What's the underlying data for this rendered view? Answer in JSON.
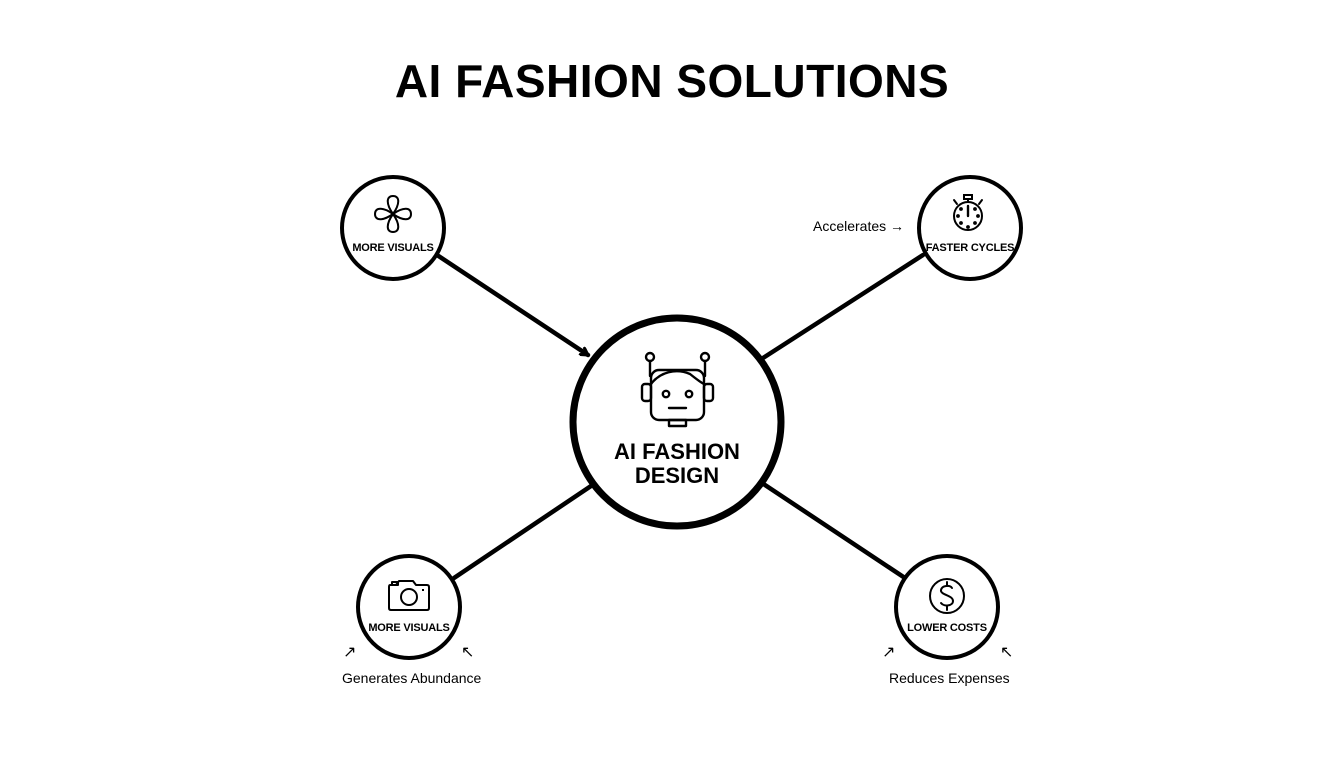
{
  "diagram": {
    "title": "AI FASHION SOLUTIONS",
    "center": {
      "label_line1": "AI FASHION",
      "label_line2": "DESIGN",
      "icon": "robot-icon"
    },
    "nodes": [
      {
        "id": "top-left",
        "label": "MORE VISUALS",
        "icon": "flower-icon",
        "connector": "arrow-into-center"
      },
      {
        "id": "top-right",
        "label": "FASTER CYCLES",
        "icon": "stopwatch-icon",
        "annotation": "Accelerates",
        "annotation_arrow": "→"
      },
      {
        "id": "bottom-left",
        "label": "MORE VISUALS",
        "icon": "camera-icon",
        "annotation": "Generates Abundance",
        "annotation_arrows": [
          "↗",
          "↖"
        ]
      },
      {
        "id": "bottom-right",
        "label": "LOWER COSTS",
        "icon": "dollar-icon",
        "annotation": "Reduces Expenses",
        "annotation_arrows": [
          "↗",
          "↖"
        ]
      }
    ],
    "colors": {
      "stroke": "#000000",
      "background": "#ffffff",
      "text": "#000000"
    }
  }
}
